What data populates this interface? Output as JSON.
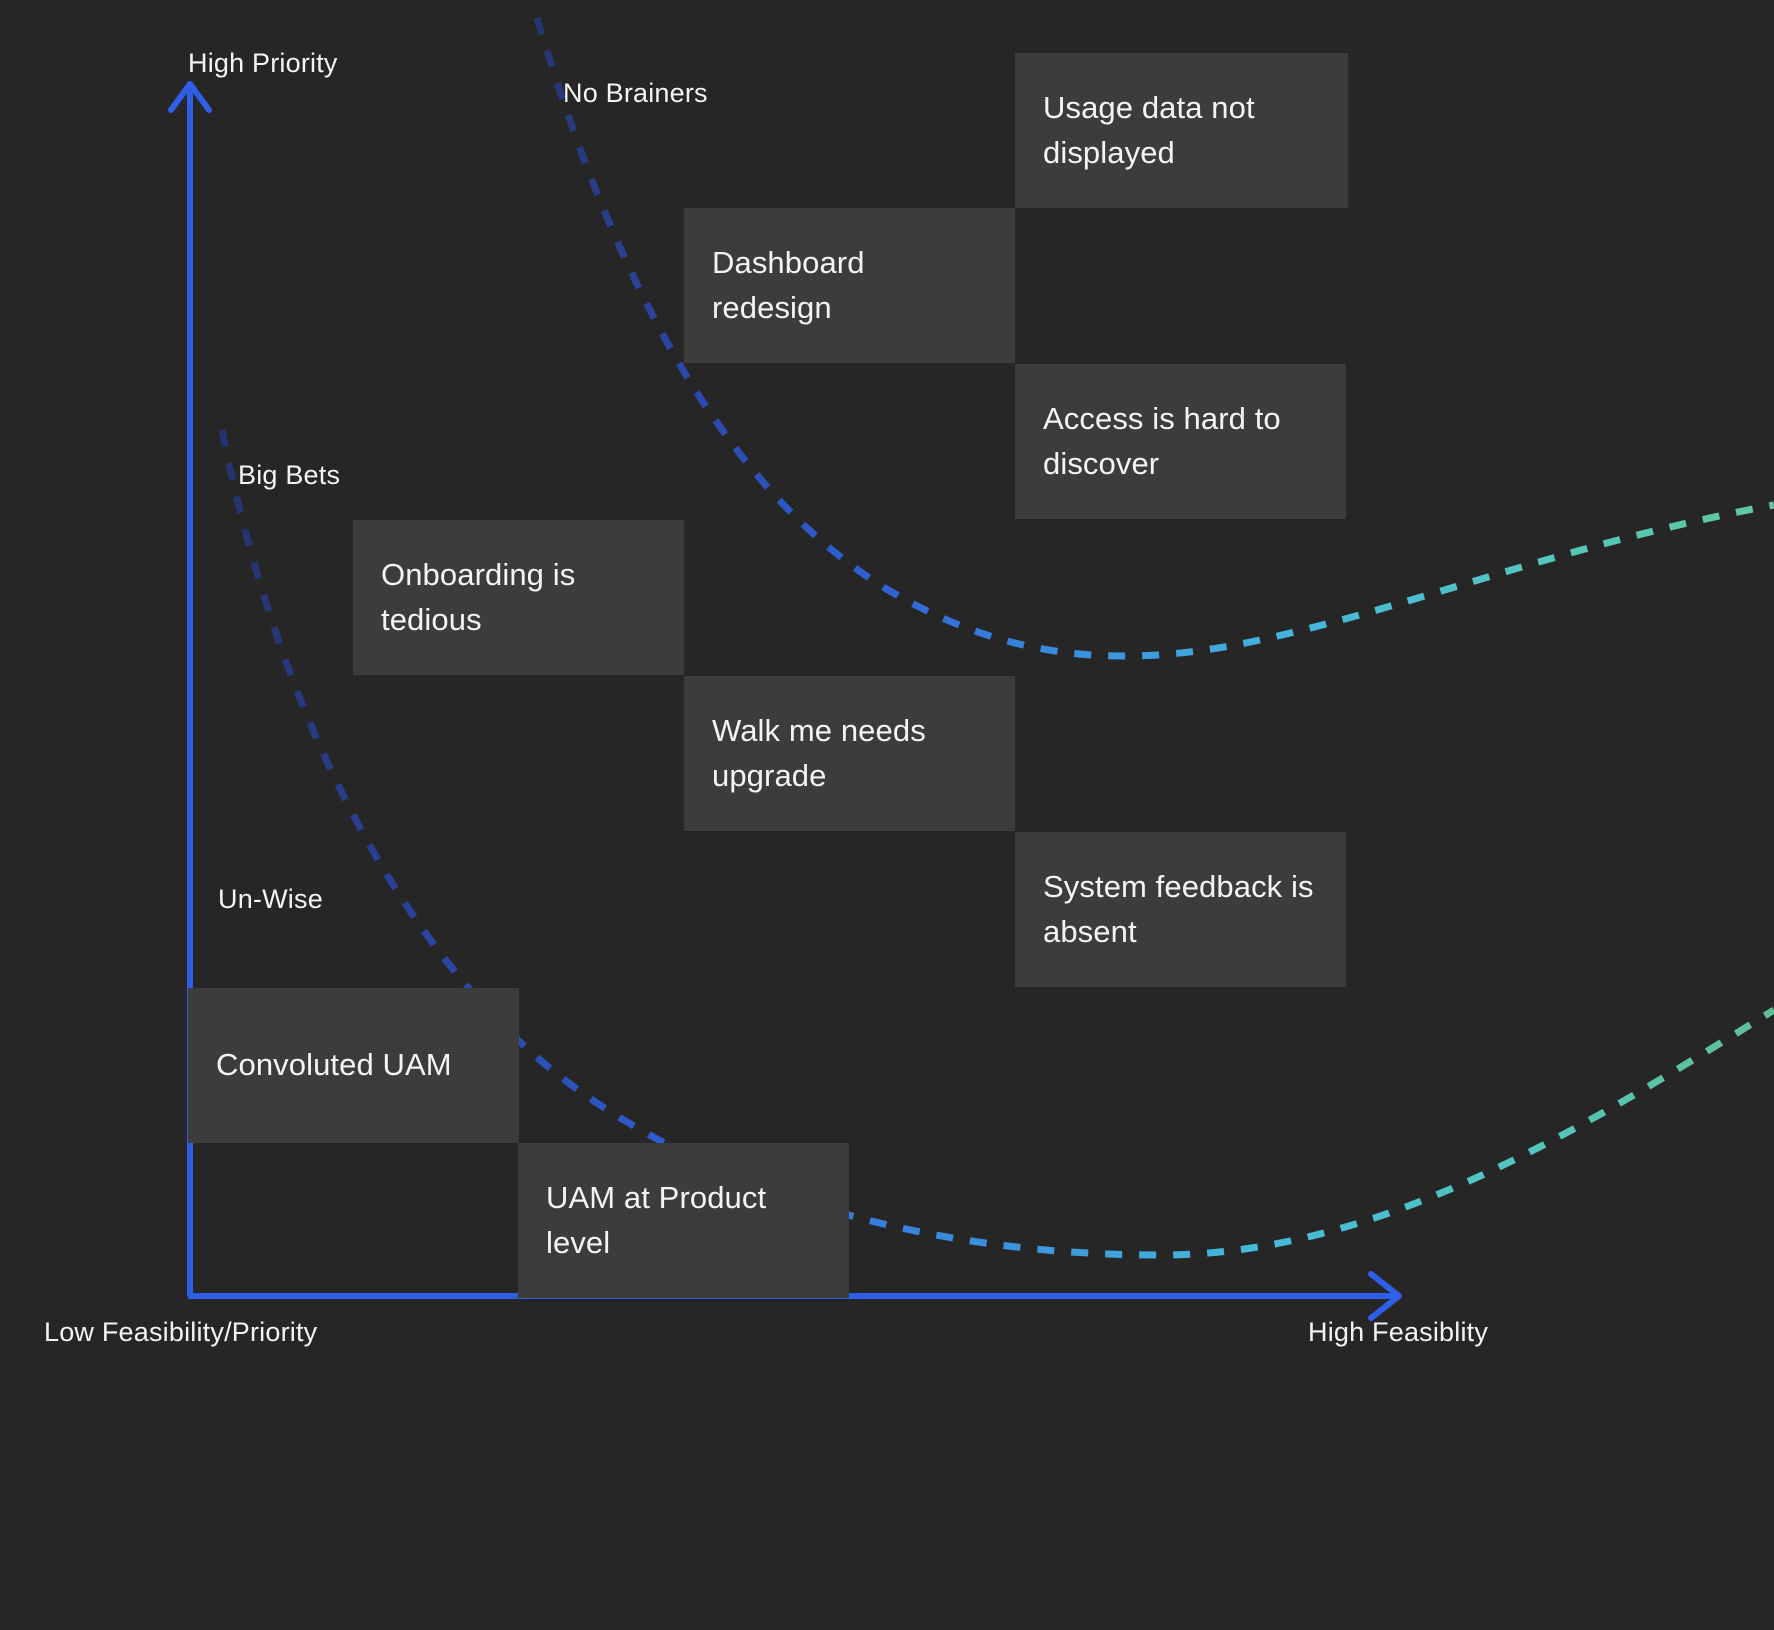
{
  "chart_data": {
    "type": "scatter",
    "title": "",
    "xlabel_low": "Low Feasibility/Priority",
    "xlabel_high": "High Feasiblity",
    "ylabel_high": "High Priority",
    "xlim": [
      0,
      100
    ],
    "ylim": [
      0,
      100
    ],
    "grid": false,
    "legend": "none",
    "zones": [
      {
        "name": "No Brainers",
        "x": 34,
        "y": 95
      },
      {
        "name": "Big Bets",
        "x": 16,
        "y": 69
      },
      {
        "name": "Un-Wise",
        "x": 14,
        "y": 40
      }
    ],
    "curves": [
      {
        "name": "upper-threshold",
        "style": "dashed",
        "color_start": "#2a3f86",
        "color_mid": "#3fa0e0",
        "color_end": "#5fc9a8"
      },
      {
        "name": "lower-threshold",
        "style": "dashed",
        "color_start": "#2a3f86",
        "color_mid": "#3fa0e0",
        "color_end": "#5fc9a8"
      }
    ],
    "items": [
      {
        "label": "Usage data not displayed",
        "x": 74,
        "y": 93
      },
      {
        "label": "Dashboard redesign",
        "x": 53,
        "y": 80
      },
      {
        "label": "Access is hard to discover",
        "x": 74,
        "y": 69
      },
      {
        "label": "Onboarding is tedious",
        "x": 25,
        "y": 57
      },
      {
        "label": "Walk me needs upgrade",
        "x": 53,
        "y": 45
      },
      {
        "label": "System feedback is absent",
        "x": 74,
        "y": 32
      },
      {
        "label": "Convoluted UAM",
        "x": 5,
        "y": 18
      },
      {
        "label": "UAM at Product level",
        "x": 25,
        "y": 6
      }
    ]
  },
  "axes": {
    "accent_color": "#2f5fe8",
    "y_top_label": "High Priority",
    "x_left_label": "Low Feasibility/Priority",
    "x_right_label": "High Feasiblity"
  },
  "zones": {
    "no_brainers": "No Brainers",
    "big_bets": "Big Bets",
    "un_wise": "Un-Wise"
  },
  "cards": {
    "usage_data": "Usage data not displayed",
    "dashboard": "Dashboard redesign",
    "access": "Access is hard to discover",
    "onboarding": "Onboarding is tedious",
    "walkme": "Walk me needs upgrade",
    "system_feedback": "System feedback is absent",
    "convoluted_uam": "Convoluted UAM",
    "uam_product": "UAM at Product level"
  },
  "colors": {
    "background": "#262626",
    "card_fill": "#3c3c3c",
    "text": "#f4f4f4",
    "axis_blue": "#2f5fe8",
    "curve_blue": "#3fa0e0",
    "curve_teal": "#5fc9a8",
    "curve_dark": "#2a3f86"
  }
}
